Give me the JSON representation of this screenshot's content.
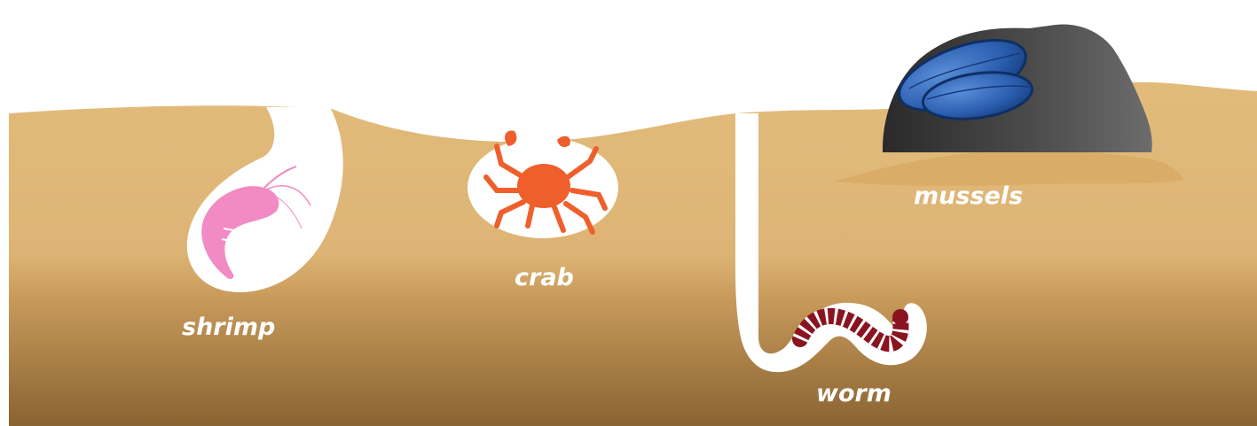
{
  "labels": {
    "shrimp": "shrimp",
    "crab": "crab",
    "worm": "worm",
    "mussels": "mussels"
  },
  "colors": {
    "sand_top": "#e0b878",
    "sand_bottom": "#8b6433",
    "burrow": "#ffffff",
    "shrimp": "#f28bc3",
    "crab": "#ef5f2c",
    "worm_band": "#8a1320",
    "rock": "#3d3d3d",
    "mussel": "#2d63b8",
    "label": "#ffffff"
  }
}
